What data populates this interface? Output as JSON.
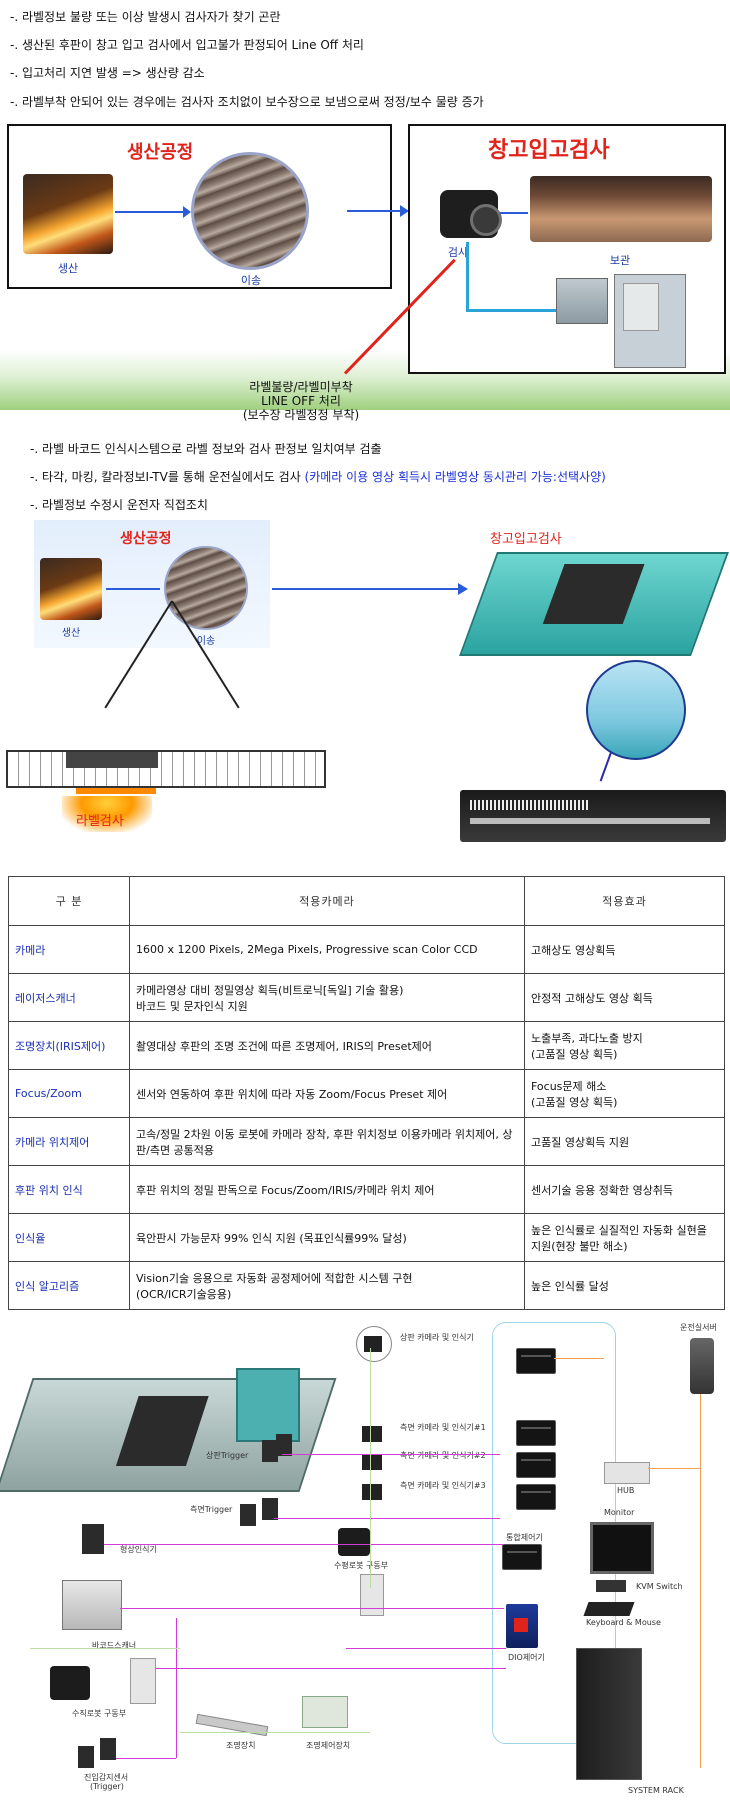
{
  "bullets_top": [
    "-. 라벨정보 불량 또는 이상 발생시 검사자가 찾기 곤란",
    "-. 생산된 후판이 창고 입고 검사에서 입고불가 판정되어 Line Off 처리",
    "-. 입고처리 지연 발생 => 생산량 감소",
    "-. 라벨부착 안되어 있는 경우에는 검사자 조치없이 보수장으로 보냄으로써 정정/보수 물량 증가"
  ],
  "diagram1": {
    "left_title": "생산공정",
    "right_title": "창고입고검사",
    "cap_production": "생산",
    "cap_transfer": "이송",
    "cap_inspection": "검사",
    "cap_storage": "보관",
    "problem_line1": "라벨불량/라벨미부착",
    "problem_line2": "LINE OFF 처리",
    "problem_line3": "(보수장 라벨정정 부착)"
  },
  "bullets_mid": {
    "b1": "-. 라벨 바코드 인식시스템으로 라벨 정보와 검사 판정보 일치여부 검출",
    "b2_prefix": "-. 타각, 마킹, 칼라정보I-TV를 통해 운전실에서도 검사 ",
    "b2_highlight": "(카메라 이용 영상 획득시 라벨영상 동시관리 가능:선택사양)",
    "b3": "-. 라벨정보 수정시 운전자 직접조치"
  },
  "diagram2": {
    "process_title": "생산공정",
    "cap_production": "생산",
    "cap_transfer": "이송",
    "warehouse_title": "창고입고검사",
    "label_inspection": "라벨검사"
  },
  "spec_table": {
    "headers": [
      "구 분",
      "적용카메라",
      "적용효과"
    ],
    "rows": [
      {
        "key": "카메라",
        "value": "1600 x 1200 Pixels, 2Mega Pixels, Progressive scan Color CCD",
        "effect": "고해상도 영상획득"
      },
      {
        "key": "레이저스캐너",
        "value": "카메라영상 대비 정밀영상 획득(비트로닉[독일] 기술 활용)\n바코드 및 문자인식 지원",
        "effect": "안정적 고해상도 영상 획득"
      },
      {
        "key": "조명장치(IRIS제어)",
        "value": "촬영대상 후판의 조명 조건에 따른 조명제어, IRIS의 Preset제어",
        "effect": "노출부족, 과다노출 방지\n(고품질 영상 획득)"
      },
      {
        "key": "Focus/Zoom",
        "value": "센서와 연동하여 후판 위치에 따라 자동 Zoom/Focus Preset 제어",
        "effect": "Focus문제 해소\n(고품질 영상 획득)"
      },
      {
        "key": "카메라 위치제어",
        "value": "고속/정밀 2차원 이동 로봇에 카메라 장착, 후판 위치정보 이용카메라 위치제어, 상판/측면 공통적용",
        "effect": "고품질 영상획득 지원"
      },
      {
        "key": "후판 위치 인식",
        "value": "후판 위치의 정밀 판독으로 Focus/Zoom/IRIS/카메라 위치 제어",
        "effect": "센서기술 응용 정확한 영상취득"
      },
      {
        "key": "인식율",
        "value": "육안판시 가능문자 99% 인식 지원 (목표인식률99% 달성)",
        "effect": "높은 인식률로 실질적인 자동화 실현을 지원(현장 불만 해소)"
      },
      {
        "key": "인식 알고리즘",
        "value": "Vision기술 응용으로 자동화 공정제어에 적합한 시스템 구현\n(OCR/ICR기술응용)",
        "effect": "높은 인식률 달성"
      }
    ]
  },
  "system_diagram": {
    "top_camera": "상판 카메라 및 인식기",
    "side_cam_1": "측면 카메라 및 인식기#1",
    "side_cam_2": "측면 카메라 및 인식기#2",
    "side_cam_3": "측면 카메라 및 인식기#3",
    "top_trigger": "상판Trigger",
    "side_trigger": "측면Trigger",
    "vertical_servo": "수평로봇 구동부",
    "shape_sensor": "형상인식기",
    "barcode_scanner": "바코드스캐너",
    "horizontal_servo": "수직로봇 구동부",
    "lighting": "조명장치",
    "lighting_ctrl": "조명제어장치",
    "entry_sensor_1": "진입감지센서",
    "entry_sensor_2": "(Trigger)",
    "integrated_ctrl": "통합제어기",
    "dio_ctrl": "DIO제어기",
    "hub": "HUB",
    "monitor": "Monitor",
    "kvm": "KVM Switch",
    "keyboard": "Keyboard & Mouse",
    "control_server": "운전실서버",
    "rack": "SYSTEM RACK"
  }
}
